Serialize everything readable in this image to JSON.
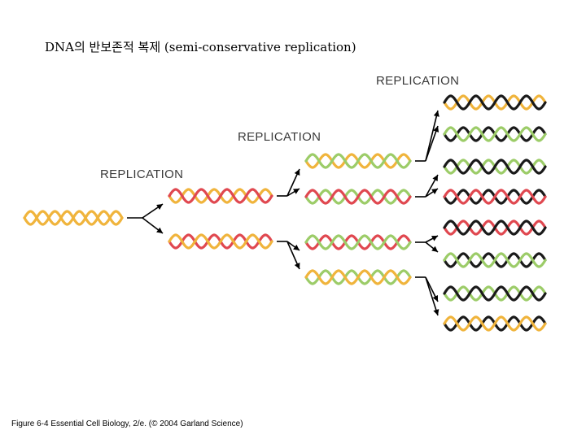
{
  "slide": {
    "title": "DNA의 반보존적 복제 (semi-conservative replication)",
    "caption": "Figure 6-4 Essential Cell Biology, 2/e. (© 2004 Garland Science)"
  },
  "diagram": {
    "labels": [
      "REPLICATION",
      "REPLICATION",
      "REPLICATION"
    ],
    "colors": {
      "parental": "#f0b43c",
      "generation_1": "#e04850",
      "generation_2": "#9ccc68",
      "generation_3": "#1a1a1a",
      "arrow": "#000000"
    },
    "generations": [
      {
        "helices": [
          [
            "parental",
            "parental"
          ]
        ]
      },
      {
        "helices": [
          [
            "parental",
            "generation_1"
          ],
          [
            "generation_1",
            "parental"
          ]
        ]
      },
      {
        "helices": [
          [
            "parental",
            "generation_2"
          ],
          [
            "generation_2",
            "generation_1"
          ],
          [
            "generation_1",
            "generation_2"
          ],
          [
            "generation_2",
            "parental"
          ]
        ]
      },
      {
        "helices": [
          [
            "parental",
            "generation_3"
          ],
          [
            "generation_3",
            "generation_2"
          ],
          [
            "generation_2",
            "generation_3"
          ],
          [
            "generation_3",
            "generation_1"
          ],
          [
            "generation_1",
            "generation_3"
          ],
          [
            "generation_3",
            "generation_2"
          ],
          [
            "generation_2",
            "generation_3"
          ],
          [
            "generation_3",
            "parental"
          ]
        ]
      }
    ]
  }
}
